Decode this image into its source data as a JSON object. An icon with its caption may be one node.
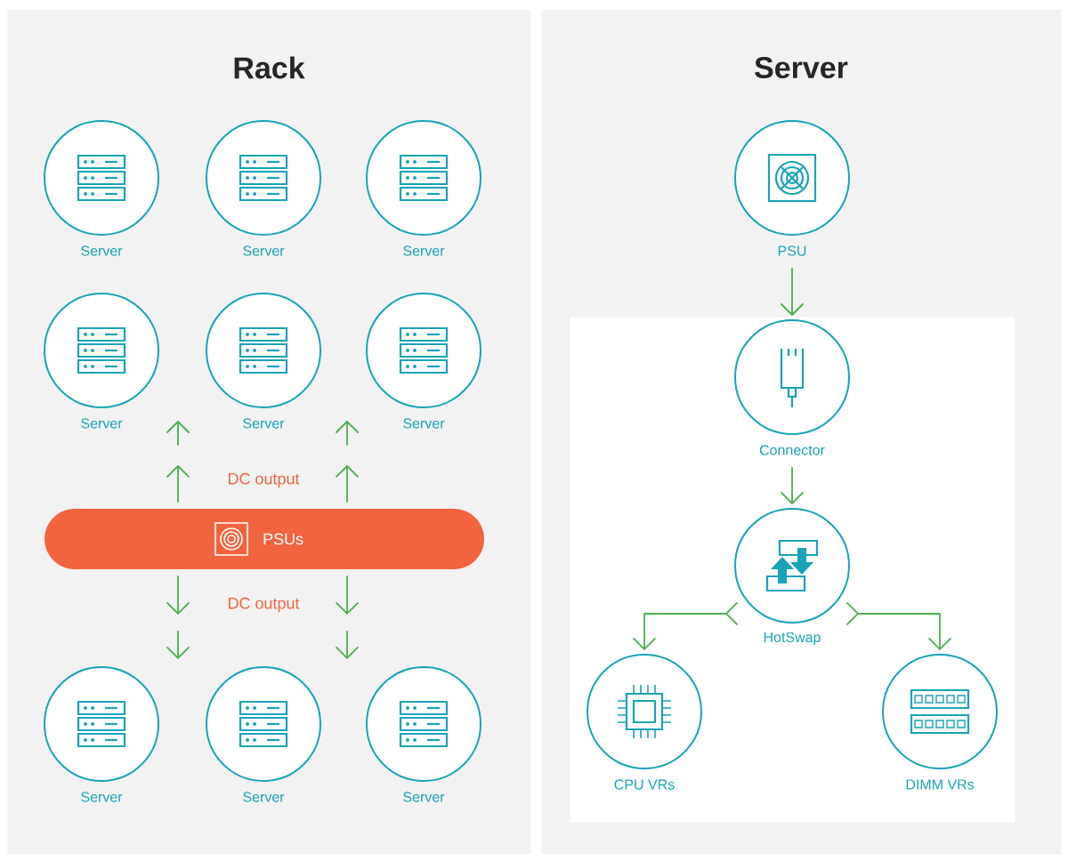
{
  "diagram": {
    "nodes": [
      {
        "text": [
          "Rack"
        ]
      },
      {
        "text": [
          "Server"
        ],
        "in": 0
      },
      {
        "text": [
          "Server"
        ],
        "in": 0
      },
      {
        "text": [
          "Server"
        ],
        "in": 0
      },
      {
        "text": [
          "Server"
        ],
        "in": 0
      },
      {
        "text": [
          "Server"
        ],
        "in": 0
      },
      {
        "text": [
          "Server"
        ],
        "in": 0
      },
      {
        "text": [
          "PSUs"
        ],
        "in": 0
      },
      {
        "text": [
          "Server"
        ],
        "in": 0
      },
      {
        "text": [
          "Server"
        ],
        "in": 0
      },
      {
        "text": [
          "Server"
        ],
        "in": 0
      },
      {
        "text": [
          "Server"
        ]
      },
      {
        "text": [
          "PSU"
        ],
        "in": 11
      },
      {
        "text": [],
        "shape": "box",
        "in": 11
      },
      {
        "text": [
          "Connector"
        ],
        "in": 13
      },
      {
        "text": [
          "HotSwap"
        ],
        "in": 13
      },
      {
        "text": [
          "CPU VRs"
        ],
        "in": 13
      },
      {
        "text": [
          "DIMM VRs"
        ],
        "in": 13
      }
    ],
    "edges": [
      {
        "from": 7,
        "to": null,
        "arrow": "to"
      },
      {
        "from": 7,
        "to": null,
        "arrow": "to"
      },
      {
        "from": 7,
        "to": null,
        "arrow": "to"
      },
      {
        "from": 7,
        "to": null,
        "arrow": "to"
      },
      {
        "from": 12,
        "to": 14,
        "arrow": "to"
      },
      {
        "from": 14,
        "to": 15,
        "arrow": "to"
      },
      {
        "from": 15,
        "to": 16,
        "arrow": "to"
      },
      {
        "from": 15,
        "to": 17,
        "arrow": "to"
      }
    ],
    "labels": [
      "DC output",
      "DC output"
    ]
  }
}
